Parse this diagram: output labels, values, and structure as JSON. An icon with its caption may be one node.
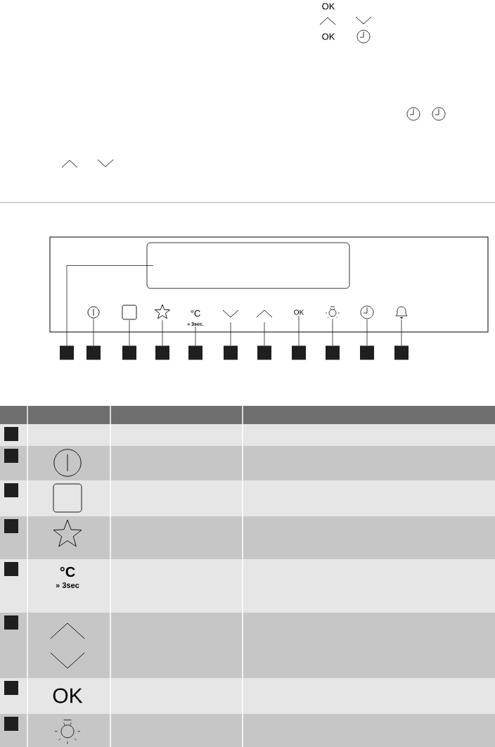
{
  "diagram": {
    "nodes": [
      {
        "text": [],
        "shape": "box"
      },
      {
        "text": [],
        "shape": "circle"
      },
      {
        "text": [],
        "shape": "box"
      },
      {
        "text": [],
        "shape": "star"
      },
      {
        "text": [
          "°C",
          "» 3sec."
        ]
      },
      {
        "text": [],
        "shape": "chevron"
      },
      {
        "text": [],
        "shape": "chevron"
      },
      {
        "text": [
          "OK"
        ]
      },
      {
        "text": [],
        "shape": "lamp"
      },
      {
        "text": [],
        "shape": "clock"
      },
      {
        "text": [],
        "shape": "bell"
      },
      {
        "text": [],
        "shape": "box"
      },
      {
        "text": [],
        "shape": "box"
      },
      {
        "text": [],
        "shape": "box"
      },
      {
        "text": [],
        "shape": "box"
      },
      {
        "text": [],
        "shape": "box"
      },
      {
        "text": [],
        "shape": "box"
      },
      {
        "text": [],
        "shape": "box"
      },
      {
        "text": [],
        "shape": "box"
      },
      {
        "text": [],
        "shape": "box"
      },
      {
        "text": [],
        "shape": "box"
      },
      {
        "text": [],
        "shape": "box"
      },
      {
        "text": [],
        "shape": "box"
      },
      {
        "text": [],
        "shape": "box"
      },
      {
        "text": [],
        "shape": "box"
      },
      {
        "text": [],
        "shape": "box"
      },
      {
        "text": [],
        "shape": "box"
      },
      {
        "text": [],
        "shape": "box"
      },
      {
        "text": [],
        "shape": "box"
      },
      {
        "text": [],
        "shape": "box"
      }
    ],
    "edges": [
      {
        "from": 11,
        "to": 0,
        "arrow": "none"
      },
      {
        "from": 12,
        "to": 1,
        "arrow": "none"
      },
      {
        "from": 13,
        "to": 2,
        "arrow": "none"
      },
      {
        "from": 14,
        "to": 3,
        "arrow": "none"
      },
      {
        "from": 15,
        "to": 4,
        "arrow": "none"
      },
      {
        "from": 16,
        "to": 5,
        "arrow": "none"
      },
      {
        "from": 17,
        "to": 6,
        "arrow": "none"
      },
      {
        "from": 18,
        "to": 7,
        "arrow": "none"
      },
      {
        "from": 19,
        "to": 8,
        "arrow": "none"
      },
      {
        "from": 20,
        "to": 9,
        "arrow": "none"
      },
      {
        "from": 21,
        "to": 10,
        "arrow": "none"
      }
    ],
    "labels": [
      "OK",
      "OK",
      "°C",
      "» 3sec",
      "OK"
    ]
  }
}
